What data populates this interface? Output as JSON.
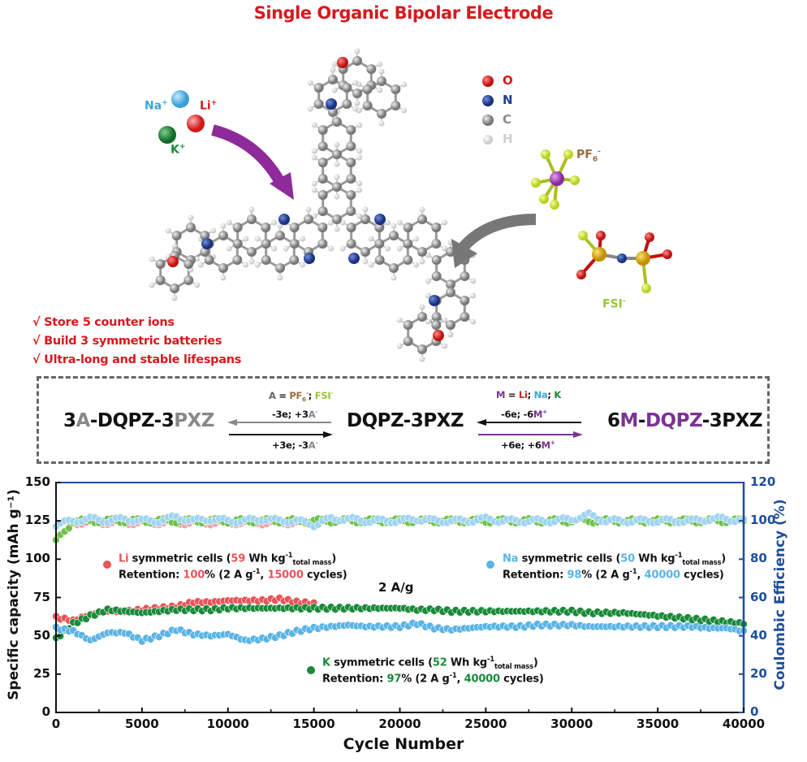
{
  "title": "Single Organic Bipolar Electrode",
  "atom_legend": [
    {
      "label": "O",
      "color": "#d7191f"
    },
    {
      "label": "N",
      "color": "#1f3f94"
    },
    {
      "label": "C",
      "color": "#8a8a8a"
    },
    {
      "label": "H",
      "color": "#cfcfcf"
    }
  ],
  "cations": {
    "na": "Na",
    "li": "Li",
    "k": "K",
    "charge": "+"
  },
  "anions": {
    "pf6": "PF",
    "pf6_sub": "6",
    "fsi": "FSI",
    "charge": "-"
  },
  "checklist": [
    "√ Store 5 counter ions",
    "√ Build 3 symmetric batteries",
    "√ Ultra-long and stable lifespans"
  ],
  "equation": {
    "left_species": [
      {
        "t": "3",
        "c": "#111"
      },
      {
        "t": "A",
        "c": "#888"
      },
      {
        "t": "-DQPZ-3",
        "c": "#111"
      },
      {
        "t": "PXZ",
        "c": "#888"
      }
    ],
    "center_species": [
      {
        "t": "DQPZ-3PXZ",
        "c": "#111"
      }
    ],
    "right_species": [
      {
        "t": "6",
        "c": "#111"
      },
      {
        "t": "M",
        "c": "#7b3294"
      },
      {
        "t": "-",
        "c": "#111"
      },
      {
        "t": "DQPZ",
        "c": "#7b3294"
      },
      {
        "t": "-3PXZ",
        "c": "#111"
      }
    ],
    "anion_def": [
      {
        "t": "A",
        "c": "#666"
      },
      {
        "t": " = ",
        "c": "#111"
      },
      {
        "t": "PF",
        "c": "#9c6b3c"
      },
      {
        "t": "6",
        "c": "#9c6b3c",
        "sub": true
      },
      {
        "t": "-",
        "c": "#9c6b3c",
        "sup": true
      },
      {
        "t": "; ",
        "c": "#111"
      },
      {
        "t": "FSI",
        "c": "#9bc43a"
      },
      {
        "t": "-",
        "c": "#9bc43a",
        "sup": true
      }
    ],
    "anion_top": [
      {
        "t": "-3e; +3",
        "c": "#111"
      },
      {
        "t": "A",
        "c": "#888"
      },
      {
        "t": "-",
        "c": "#888",
        "sup": true
      }
    ],
    "anion_bottom": [
      {
        "t": "+3e; -3",
        "c": "#111"
      },
      {
        "t": "A",
        "c": "#888"
      },
      {
        "t": "-",
        "c": "#888",
        "sup": true
      }
    ],
    "cation_def": [
      {
        "t": "M",
        "c": "#7b3294"
      },
      {
        "t": " = ",
        "c": "#111"
      },
      {
        "t": "Li",
        "c": "#d7191f"
      },
      {
        "t": "; ",
        "c": "#111"
      },
      {
        "t": "Na",
        "c": "#3aa6dd"
      },
      {
        "t": "; ",
        "c": "#111"
      },
      {
        "t": "K",
        "c": "#1a8a3a"
      }
    ],
    "cation_top": [
      {
        "t": "-6e; -6",
        "c": "#111"
      },
      {
        "t": "M",
        "c": "#7b3294"
      },
      {
        "t": "+",
        "c": "#7b3294",
        "sup": true
      }
    ],
    "cation_bottom": [
      {
        "t": "+6e; +6",
        "c": "#111"
      },
      {
        "t": "M",
        "c": "#7b3294"
      },
      {
        "t": "+",
        "c": "#7b3294",
        "sup": true
      }
    ]
  },
  "chart_data": {
    "type": "scatter",
    "xlabel": "Cycle Number",
    "ylabel": "Specific capacity (mAh g⁻¹)",
    "y2label": "Coulombic Efficiency (%)",
    "xlim": [
      0,
      40000
    ],
    "ylim": [
      0,
      150
    ],
    "y2lim": [
      0,
      120
    ],
    "xticks": [
      "0",
      "5000",
      "10000",
      "15000",
      "20000",
      "25000",
      "30000",
      "35000",
      "40000"
    ],
    "yticks": [
      "0",
      "25",
      "50",
      "75",
      "100",
      "125",
      "150"
    ],
    "y2ticks": [
      "0",
      "20",
      "40",
      "60",
      "80",
      "100",
      "120"
    ],
    "annotation": "2 A/g",
    "x_step": 1000,
    "series": [
      {
        "name": "Li",
        "color": "#e8545a",
        "ce_color": "#f2a0a5",
        "capacity": [
          62,
          60,
          64,
          66,
          66,
          67,
          68,
          69,
          72,
          72,
          73,
          73,
          73,
          74,
          72,
          71
        ],
        "ce": [
          98,
          99,
          99,
          99,
          99,
          99,
          99,
          99,
          99,
          99,
          99,
          99,
          99,
          99,
          99,
          99
        ]
      },
      {
        "name": "K",
        "color": "#1a8a3a",
        "ce_color": "#6cc24a",
        "capacity": [
          48,
          58,
          63,
          67,
          66,
          65,
          66,
          67,
          67,
          67,
          68,
          68,
          68,
          68,
          68,
          68,
          68,
          68,
          68,
          68,
          68,
          67,
          67,
          66,
          66,
          66,
          66,
          66,
          66,
          66,
          66,
          65,
          65,
          65,
          64,
          63,
          62,
          61,
          60,
          59,
          58
        ],
        "ce": [
          89,
          100,
          100,
          100,
          100,
          100,
          100,
          100,
          100,
          100,
          100,
          100,
          100,
          100,
          100,
          100,
          100,
          100,
          100,
          100,
          100,
          100,
          100,
          100,
          100,
          100,
          100,
          100,
          100,
          100,
          100,
          100,
          100,
          100,
          100,
          100,
          100,
          100,
          100,
          100,
          100
        ]
      },
      {
        "name": "Na",
        "color": "#5bb4e5",
        "ce_color": "#9fd4f0",
        "capacity": [
          55,
          53,
          47,
          52,
          52,
          47,
          50,
          54,
          51,
          50,
          51,
          47,
          48,
          50,
          53,
          55,
          56,
          57,
          56,
          56,
          56,
          58,
          55,
          54,
          55,
          56,
          56,
          56,
          57,
          57,
          57,
          56,
          56,
          56,
          56,
          56,
          56,
          56,
          55,
          55,
          53
        ],
        "ce": [
          98,
          100,
          101,
          100,
          101,
          100,
          100,
          102,
          100,
          101,
          100,
          100,
          101,
          100,
          100,
          98,
          101,
          101,
          100,
          100,
          100,
          101,
          100,
          100,
          100,
          101,
          100,
          100,
          100,
          100,
          101,
          103,
          100,
          100,
          100,
          100,
          100,
          100,
          101,
          101,
          100
        ]
      }
    ],
    "legends": [
      {
        "series": "Li",
        "line1": [
          {
            "t": "Li",
            "c": "#e8545a"
          },
          {
            "t": " symmetric cells (",
            "c": "#111"
          },
          {
            "t": "59",
            "c": "#e8545a"
          },
          {
            "t": " Wh kg",
            "c": "#111"
          },
          {
            "t": "-1",
            "c": "#111",
            "sup": true
          },
          {
            "t": "total mass",
            "c": "#111",
            "sub": true
          },
          {
            "t": ")",
            "c": "#111"
          }
        ],
        "line2": [
          {
            "t": "Retention: ",
            "c": "#111"
          },
          {
            "t": "100",
            "c": "#e8545a"
          },
          {
            "t": "% (2 A g",
            "c": "#111"
          },
          {
            "t": "-1",
            "c": "#111",
            "sup": true
          },
          {
            "t": ", ",
            "c": "#111"
          },
          {
            "t": "15000",
            "c": "#e8545a"
          },
          {
            "t": " cycles)",
            "c": "#111"
          }
        ]
      },
      {
        "series": "Na",
        "line1": [
          {
            "t": "Na",
            "c": "#5bb4e5"
          },
          {
            "t": " symmetric cells (",
            "c": "#111"
          },
          {
            "t": "50",
            "c": "#5bb4e5"
          },
          {
            "t": " Wh kg",
            "c": "#111"
          },
          {
            "t": "-1",
            "c": "#111",
            "sup": true
          },
          {
            "t": "total mass",
            "c": "#111",
            "sub": true
          },
          {
            "t": ")",
            "c": "#111"
          }
        ],
        "line2": [
          {
            "t": "Retention: ",
            "c": "#111"
          },
          {
            "t": "98",
            "c": "#5bb4e5"
          },
          {
            "t": "% (2 A g",
            "c": "#111"
          },
          {
            "t": "-1",
            "c": "#111",
            "sup": true
          },
          {
            "t": ", ",
            "c": "#111"
          },
          {
            "t": "40000",
            "c": "#5bb4e5"
          },
          {
            "t": " cycles)",
            "c": "#111"
          }
        ]
      },
      {
        "series": "K",
        "line1": [
          {
            "t": "K",
            "c": "#1a8a3a"
          },
          {
            "t": " symmetric cells (",
            "c": "#111"
          },
          {
            "t": "52",
            "c": "#1a8a3a"
          },
          {
            "t": " Wh kg",
            "c": "#111"
          },
          {
            "t": "-1",
            "c": "#111",
            "sup": true
          },
          {
            "t": "total mass",
            "c": "#111",
            "sub": true
          },
          {
            "t": ")",
            "c": "#111"
          }
        ],
        "line2": [
          {
            "t": "Retention: ",
            "c": "#111"
          },
          {
            "t": "97",
            "c": "#1a8a3a"
          },
          {
            "t": "% (2 A g",
            "c": "#111"
          },
          {
            "t": "-1",
            "c": "#111",
            "sup": true
          },
          {
            "t": ", ",
            "c": "#111"
          },
          {
            "t": "40000",
            "c": "#1a8a3a"
          },
          {
            "t": " cycles)",
            "c": "#111"
          }
        ]
      }
    ]
  }
}
